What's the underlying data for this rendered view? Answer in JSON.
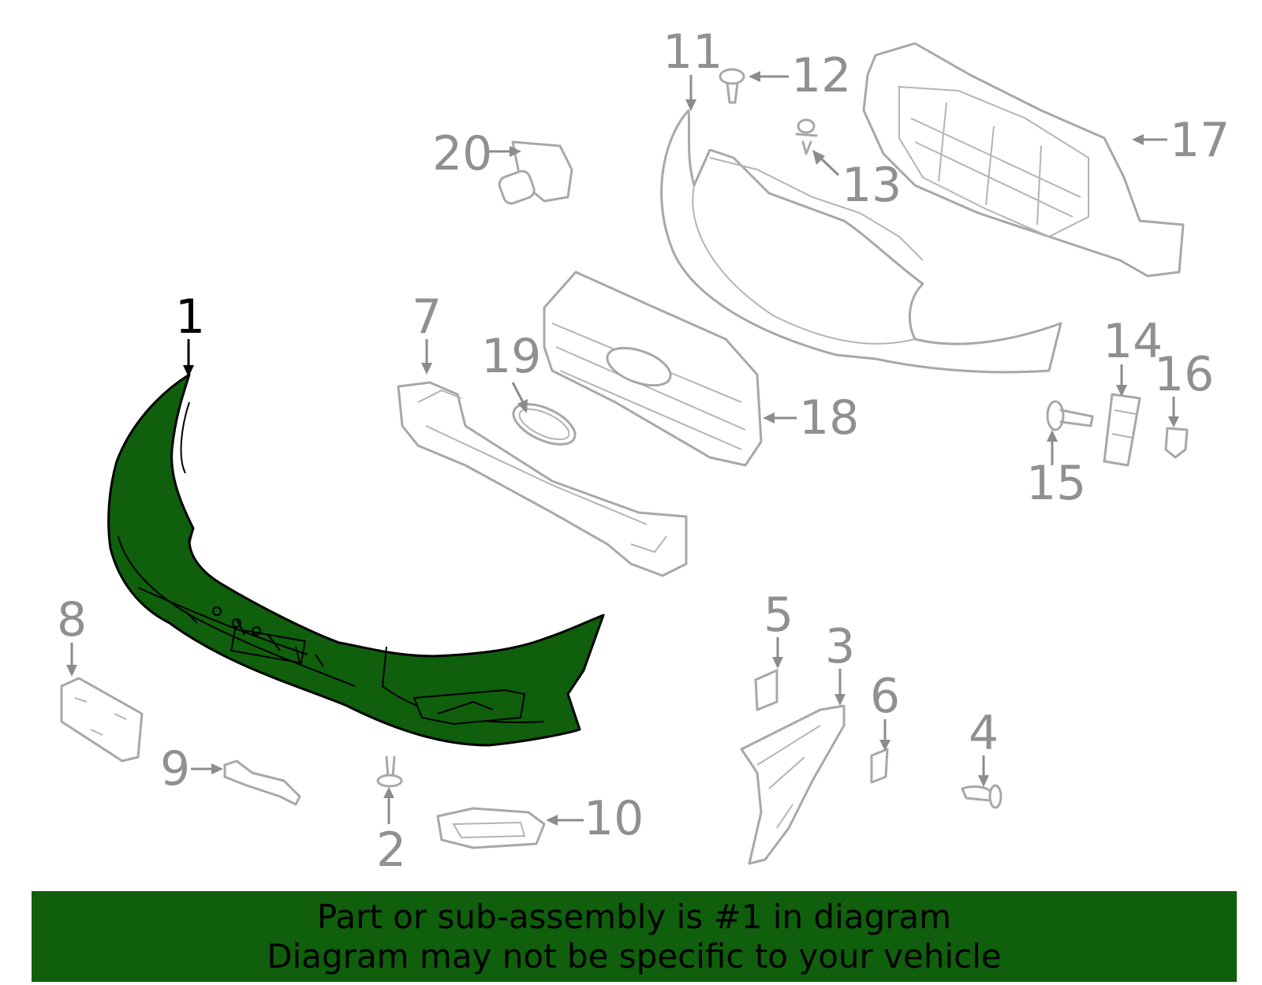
{
  "diagram": {
    "highlight_color": "#0f5f0c",
    "outline_color": "#a8a8a8",
    "callouts": [
      {
        "id": "1",
        "label": "1",
        "active": true
      },
      {
        "id": "2",
        "label": "2"
      },
      {
        "id": "3",
        "label": "3"
      },
      {
        "id": "4",
        "label": "4"
      },
      {
        "id": "5",
        "label": "5"
      },
      {
        "id": "6",
        "label": "6"
      },
      {
        "id": "7",
        "label": "7"
      },
      {
        "id": "8",
        "label": "8"
      },
      {
        "id": "9",
        "label": "9"
      },
      {
        "id": "10",
        "label": "10"
      },
      {
        "id": "11",
        "label": "11"
      },
      {
        "id": "12",
        "label": "12"
      },
      {
        "id": "13",
        "label": "13"
      },
      {
        "id": "14",
        "label": "14"
      },
      {
        "id": "15",
        "label": "15"
      },
      {
        "id": "16",
        "label": "16"
      },
      {
        "id": "17",
        "label": "17"
      },
      {
        "id": "18",
        "label": "18"
      },
      {
        "id": "19",
        "label": "19"
      },
      {
        "id": "20",
        "label": "20"
      }
    ]
  },
  "banner": {
    "line1": "Part or sub-assembly is #1 in diagram",
    "line2": "Diagram may not be specific to your vehicle",
    "background": "#0f5f0c"
  }
}
